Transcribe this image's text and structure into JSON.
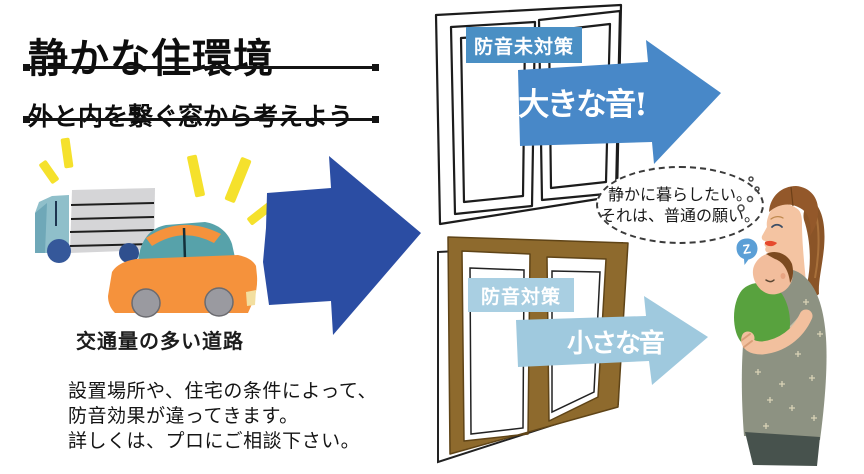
{
  "header": {
    "title": "静かな住環境",
    "subtitle": "外と内を繋ぐ窓から考えよう"
  },
  "traffic": {
    "caption": "交通量の多い道路"
  },
  "untreated": {
    "badge": "防音未対策",
    "arrow_label": "大きな音!"
  },
  "treated": {
    "badge": "防音対策",
    "arrow_label": "小さな音"
  },
  "thought": {
    "line1": "静かに暮らしたい。",
    "line2": "それは、普通の願い。"
  },
  "sleep_mark": "Z",
  "note": {
    "line1": "設置場所や、住宅の条件によって、",
    "line2": "防音効果が違ってきます。",
    "line3": "詳しくは、プロにご相談下さい。"
  },
  "colors": {
    "main_arrow": "#2b4da3",
    "loud_arrow": "#4888c8",
    "loud_badge_bg": "#4a8fc4",
    "quiet_arrow": "#9fc9de",
    "quiet_badge_bg": "#a9cfe2",
    "window_frame_brown": "#8e6a2d",
    "noise_flash_yellow": "#f5e12c"
  }
}
